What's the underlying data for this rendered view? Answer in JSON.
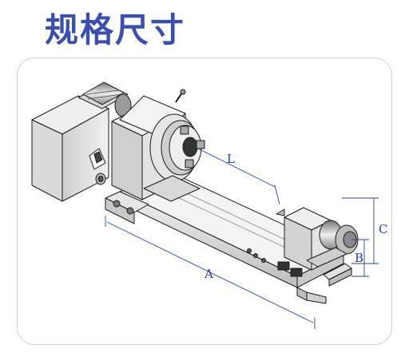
{
  "title": "规格尺寸",
  "dimension_labels": {
    "A": "A",
    "B": "B",
    "C": "C",
    "L": "L"
  },
  "colors": {
    "title": "#3b4fb3",
    "dimension": "#2b3ea8",
    "outline": "#1a1a1a",
    "frame": "#cfcfcf"
  }
}
